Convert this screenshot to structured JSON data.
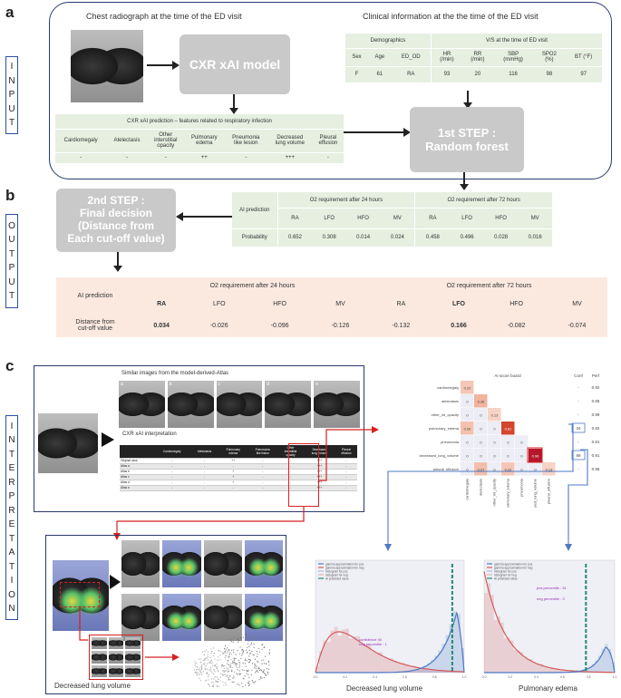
{
  "panel_a": {
    "letter": "a",
    "side_label": [
      "I",
      "N",
      "P",
      "U",
      "T"
    ],
    "cxr_title": "Chest radiograph at the time of the ED visit",
    "clinical_title": "Clinical information at the the time of the ED visit",
    "model_box": "CXR xAI model",
    "step1_box_line1": "1st STEP :",
    "step1_box_line2": "Random forest",
    "clinical_table": {
      "group1": "Demographics",
      "group2": "V/S at the time of ED visit",
      "headers": [
        "Sex",
        "Age",
        "ED_OD",
        "HR\n(/min)",
        "RR\n(/min)",
        "SBP\n(mmHg)",
        "SPO2\n(%)",
        "BT (°F)"
      ],
      "values": [
        "F",
        "61",
        "RA",
        "93",
        "20",
        "116",
        "98",
        "97"
      ]
    },
    "xai_table": {
      "title": "CXR xAI prediction – features related to respiratory infection",
      "headers": [
        "Cardiomegaly",
        "Atelectasis",
        "Other\ninterstitial\nopacity",
        "Pulmonary\nedema",
        "Pneumonia\nlike lesion",
        "Decreased\nlung volume",
        "Pleural\neffusion"
      ],
      "values": [
        "-",
        "-",
        "-",
        "++",
        "-",
        "+++",
        "-"
      ]
    }
  },
  "panel_b": {
    "letter": "b",
    "side_label": [
      "O",
      "U",
      "T",
      "P",
      "U",
      "T"
    ],
    "step2_line1": "2nd STEP :",
    "step2_line2": "Final decision",
    "step2_line3": "(Distance from",
    "step2_line4": "Each cut-off value)",
    "prob_table": {
      "row_header1": "AI prediction",
      "row_header2": "Probability",
      "group1": "O2 requirement after 24 hours",
      "group2": "O2 requirement after 72 hours",
      "headers": [
        "RA",
        "LFO",
        "HFO",
        "MV",
        "RA",
        "LFO",
        "HFO",
        "MV"
      ],
      "values": [
        "0.652",
        "0.308",
        "0.014",
        "0.024",
        "0.458",
        "0.496",
        "0.028",
        "0.016"
      ]
    },
    "dist_table": {
      "row_header1": "AI prediction",
      "row_header2": "Distance from\ncut-off value",
      "group1": "O2 requirement after 24 hours",
      "group2": "O2 requirement after 72 hours",
      "headers": [
        "RA",
        "LFO",
        "HFO",
        "MV",
        "RA",
        "LFO",
        "HFO",
        "MV"
      ],
      "values": [
        "0.034",
        "-0.026",
        "-0.096",
        "-0.126",
        "-0.132",
        "0.166",
        "-0.082",
        "-0.074"
      ],
      "bold_index": [
        0,
        5
      ]
    }
  },
  "panel_c": {
    "letter": "c",
    "side_label": [
      "I",
      "N",
      "T",
      "E",
      "R",
      "P",
      "R",
      "E",
      "T",
      "A",
      "T",
      "I",
      "O",
      "N"
    ],
    "atlas_title": "Similar images from the model-derived-Atlas",
    "atlas_thumb_labels": [
      "a",
      "b",
      "c",
      "d",
      "e"
    ],
    "cxr_interp_title": "CXR xAI interpretation",
    "atlas_table": {
      "headers": [
        "",
        "Cardiomegaly",
        "Atelectasis",
        "Pulmonary\nedema",
        "Pneumonia\nlike lesion",
        "Other\ninterstitial\nopacity",
        "Decreased\nlung volume",
        "Pleural\neffusion"
      ],
      "rows": [
        [
          "Original case",
          "-",
          "-",
          "++",
          "-",
          "-",
          "+++",
          "-"
        ],
        [
          "Atlas a",
          "-",
          "-",
          "-",
          "-",
          "-",
          "+++",
          "-"
        ],
        [
          "Atlas b",
          "-",
          "-",
          "+",
          "-",
          "-",
          "+++",
          "-"
        ],
        [
          "Atlas c",
          "-",
          "-",
          "+",
          "-",
          "-",
          "+++",
          "-"
        ],
        [
          "Atlas d",
          "-",
          "-",
          "+",
          "-",
          "-",
          "+++",
          "-"
        ],
        [
          "Atlas e",
          "-",
          "-",
          "-",
          "-",
          "-",
          "+++",
          "-"
        ]
      ]
    },
    "score_board": {
      "title": "AI score board",
      "col_conf": "Conf",
      "col_perf": "Perf",
      "rows": [
        "cardiomegaly",
        "atelectasis",
        "other_int_opacity",
        "pulmonary_edema",
        "pneumonia",
        "decreased_lung_volume",
        "pleural_effusion"
      ],
      "cells": [
        [
          "0.22"
        ],
        [
          "0",
          "0.36"
        ],
        [
          "0",
          "0",
          "0.13"
        ],
        [
          "0.26",
          "0",
          "0",
          "0.81"
        ],
        [
          "0",
          "0",
          "0",
          "0",
          "0"
        ],
        [
          "0",
          "0",
          "0",
          "0",
          "0",
          "0.96"
        ],
        [
          "0",
          "0.27",
          "0",
          "0.22",
          "0",
          "0",
          "0.13"
        ]
      ],
      "conf": [
        "-",
        "-",
        "-",
        "34",
        "-",
        "89",
        "-"
      ],
      "perf": [
        "0.92",
        "0.86",
        "0.99",
        "0.92",
        "0.81",
        "0.91",
        "0.95"
      ],
      "col_labels": [
        "cardiomegaly",
        "atelectasis",
        "other_int_opacity",
        "pulmonary_edema",
        "pneumonia",
        "decreased_lung_volume",
        "pleural_effusion"
      ]
    },
    "chart1_caption": "Decreased lung volume",
    "chart2_caption": "Pulmonary edema",
    "legend": [
      "gamma approximation for pos",
      "gamma approximation for neg",
      "histogram for pos",
      "histogram for neg",
      "AI predicted value"
    ],
    "chart2_note1": "pos percentile : 31",
    "chart2_note2": "neg percentile : 3",
    "chart1_note": "confidence  45\nneg percentile : 1",
    "heatmap_caption": "Decreased lung volume",
    "colors": {
      "pos_line": "#4e79c4",
      "neg_line": "#d65a5a",
      "pred_line": "#1f8a70",
      "frame": "#2b3a6b",
      "red": "#d62020"
    }
  }
}
